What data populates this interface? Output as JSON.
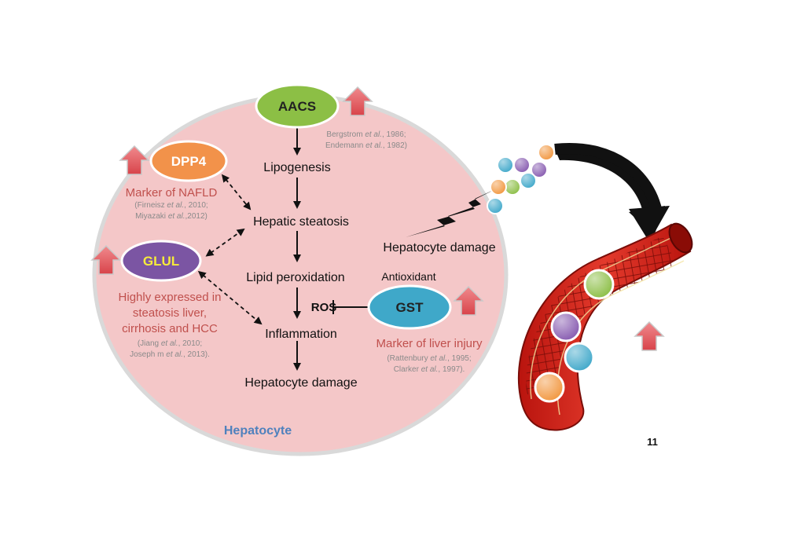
{
  "cell_label": "Hepatocyte",
  "page_number": "11",
  "nodes": {
    "aacs": "AACS",
    "dpp4": "DPP4",
    "glul": "GLUL",
    "gst": "GST"
  },
  "pathway": {
    "lipogenesis": "Lipogenesis",
    "hepatic_steatosis": "Hepatic steatosis",
    "lipid_peroxidation": "Lipid peroxidation",
    "ros": "ROS",
    "inflammation": "Inflammation",
    "hepatocyte_damage": "Hepatocyte damage"
  },
  "labels": {
    "antioxidant": "Antioxidant",
    "hepatocyte_damage_external": "Hepatocyte damage",
    "dpp4_marker": "Marker of NAFLD",
    "glul_marker_lines": [
      "Highly expressed in",
      "steatosis liver,",
      "cirrhosis and HCC"
    ],
    "gst_marker": "Marker of liver injury"
  },
  "citations": {
    "aacs": [
      {
        "author": "Bergstrom",
        "etal": "et al.",
        "rest": ", 1986;"
      },
      {
        "author": "Endemann",
        "etal": "et al.",
        "rest": ", 1982)"
      }
    ],
    "dpp4": [
      {
        "author": "(Firneisz",
        "etal": "et al.",
        "rest": ", 2010;"
      },
      {
        "author": "Miyazaki",
        "etal": "et al.",
        "rest": ",2012)"
      }
    ],
    "glul": [
      {
        "author": "(Jiang",
        "etal": "et al.",
        "rest": ", 2010;"
      },
      {
        "author": "Joseph m",
        "etal": "et al.",
        "rest": ", 2013)."
      }
    ],
    "gst": [
      {
        "author": "(Rattenbury",
        "etal": "et al.",
        "rest": ", 1995;"
      },
      {
        "author": "Clarker",
        "etal": "et al.",
        "rest": ", 1997)."
      }
    ]
  },
  "colors": {
    "cell_fill": "#f4c7c8",
    "cell_stroke": "#dcdcdc",
    "aacs_fill": "#8cbf45",
    "dpp4_fill": "#f2924a",
    "glul_fill": "#7b55a3",
    "glul_text": "#f6ec3a",
    "gst_fill": "#3fa8c9",
    "up_arrow": "#e0585d",
    "marker_text": "#c0504d",
    "citation_text": "#8a8a8a",
    "hepatocyte_label": "#4f81bd",
    "vessel": "#d8231b",
    "ball_orange": "#f29a45",
    "ball_purple": "#8a5fb2",
    "ball_green": "#8fc04b",
    "ball_blue": "#44aacb"
  }
}
